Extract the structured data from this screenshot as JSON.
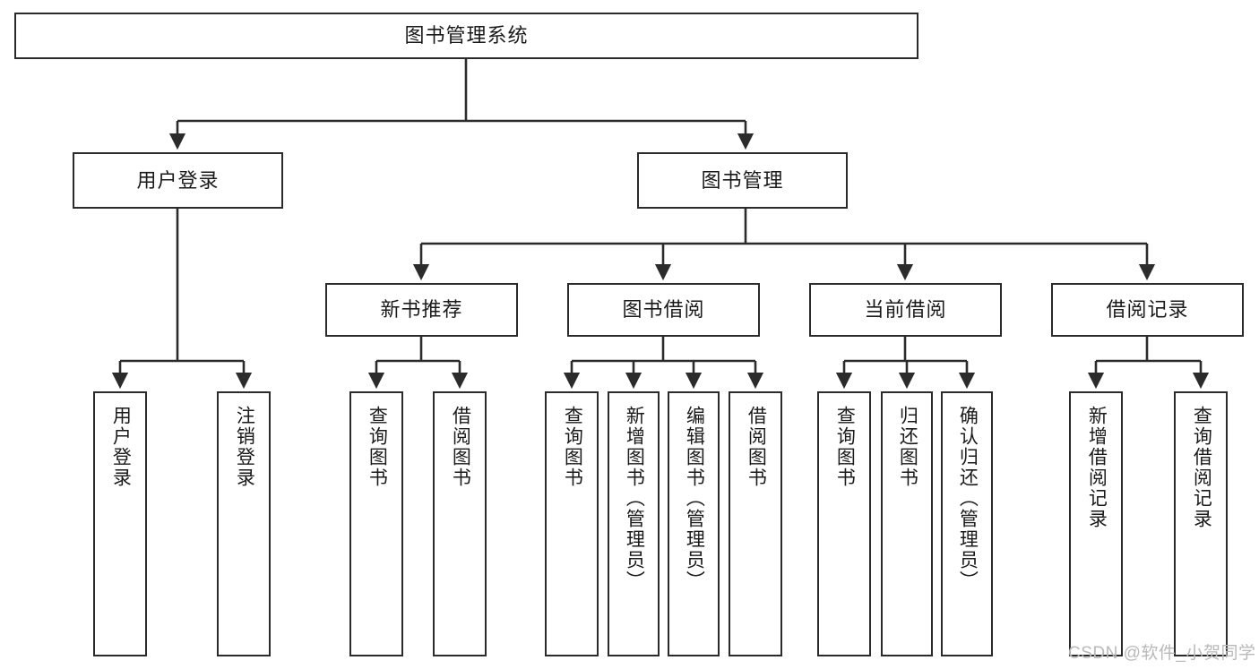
{
  "diagram": {
    "title": "图书管理系统",
    "type": "hierarchy-tree",
    "stroke_color": "#2b2b2b",
    "fill_color": "#ffffff",
    "text_color": "#1a1a1a"
  },
  "root": {
    "label": "图书管理系统"
  },
  "level2": [
    {
      "label": "用户登录"
    },
    {
      "label": "图书管理"
    }
  ],
  "level3": [
    {
      "label": "新书推荐"
    },
    {
      "label": "图书借阅"
    },
    {
      "label": "当前借阅"
    },
    {
      "label": "借阅记录"
    }
  ],
  "leaves": {
    "user_login": [
      {
        "label": "用户登录"
      },
      {
        "label": "注销登录"
      }
    ],
    "new_book_recommend": [
      {
        "label": "查询图书"
      },
      {
        "label": "借阅图书"
      }
    ],
    "book_borrow": [
      {
        "label": "查询图书"
      },
      {
        "label": "新增图书（管理员）"
      },
      {
        "label": "编辑图书（管理员）"
      },
      {
        "label": "借阅图书"
      }
    ],
    "current_borrow": [
      {
        "label": "查询图书"
      },
      {
        "label": "归还图书"
      },
      {
        "label": "确认归还（管理员）"
      }
    ],
    "borrow_record": [
      {
        "label": "新增借阅记录"
      },
      {
        "label": "查询借阅记录"
      }
    ]
  },
  "watermark": {
    "text": "CSDN @软件_小贺同学",
    "color": "#b9b9b9"
  }
}
